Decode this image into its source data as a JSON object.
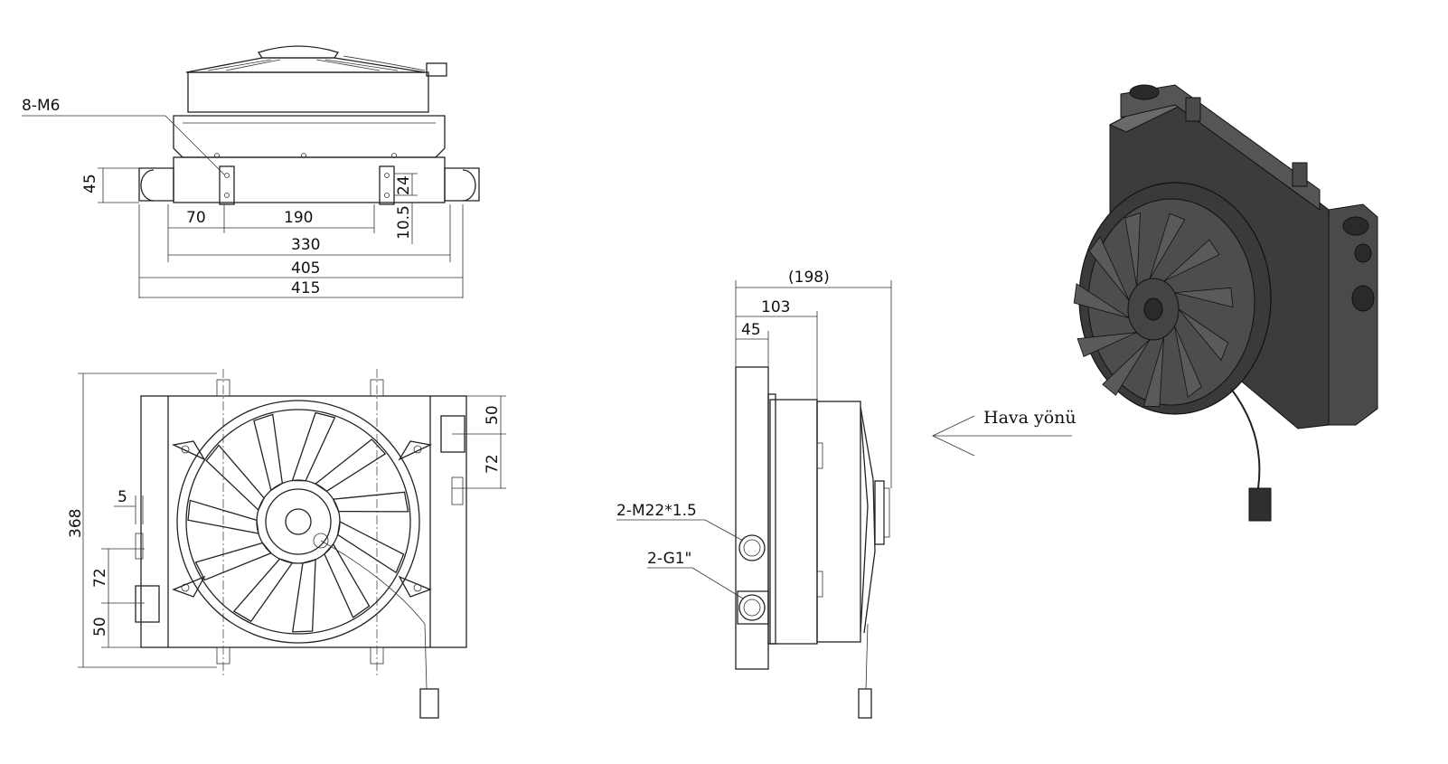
{
  "top_view": {
    "callout": "8-M6",
    "dims": {
      "d45": "45",
      "d24": "24",
      "d10_5": "10.5",
      "d70": "70",
      "d190": "190",
      "d330": "330",
      "d405": "405",
      "d415": "415"
    }
  },
  "front_view": {
    "dims": {
      "d368": "368",
      "d5": "5",
      "d72_left": "72",
      "d50_left": "50",
      "d50_right": "50",
      "d72_right": "72"
    }
  },
  "side_view": {
    "dims": {
      "d198": "(198)",
      "d103": "103",
      "d45": "45"
    },
    "callouts": {
      "thread": "2-M22*1.5",
      "port": "2-G1\""
    }
  },
  "airflow": {
    "label": "Hava yönü"
  },
  "colors": {
    "line": "#222222",
    "iso_dark": "#3c3c3c",
    "iso_mid": "#4a4a4a",
    "iso_light": "#6a6a6a"
  }
}
